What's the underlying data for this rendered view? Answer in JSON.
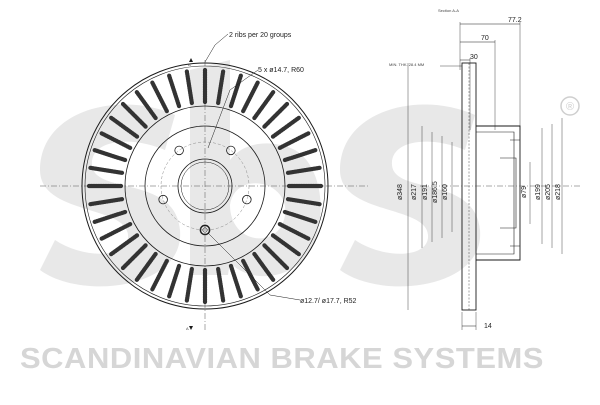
{
  "brand": {
    "logo_text": "sbs",
    "registered_mark": "®",
    "tagline": "SCANDINAVIAN BRAKE SYSTEMS",
    "watermark_color": "#d9d9d9"
  },
  "front_view": {
    "rib_note": "2 ribs per 20 groups",
    "bolt_callout": "5 x ø14.7, R60",
    "pin_callout": "ø12.7/ ø17.7, R52",
    "section_marker": "A",
    "bolt_count": 5,
    "vent_slot_count": 40
  },
  "section_view": {
    "title": "Section A-A",
    "min_thickness": "MIN. THK. 28.4 MM",
    "dims": {
      "overall_height": "77.2",
      "hat_depth": "70",
      "hub_thickness": "30",
      "disc_thickness": "14"
    },
    "diameters": [
      "ø348",
      "ø217",
      "ø191",
      "ø186.5",
      "ø160",
      "ø79",
      "ø199",
      "ø205",
      "ø218"
    ]
  },
  "colors": {
    "line": "#1a1a1a",
    "slot": "#333333",
    "background": "#ffffff"
  }
}
